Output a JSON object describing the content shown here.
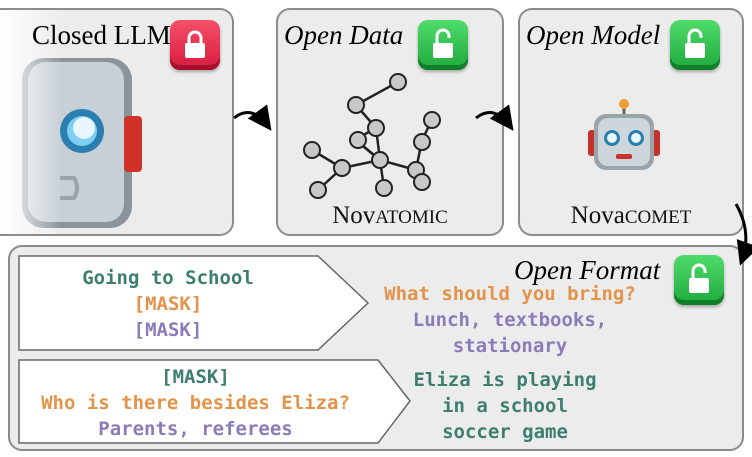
{
  "panels": {
    "closed": {
      "title": "Closed LLM"
    },
    "data": {
      "title": "Open Data",
      "label_prefix": "Nov",
      "label_sc": "ATOMIC"
    },
    "model": {
      "title": "Open Model",
      "label_prefix": "Nova",
      "label_sc": "COMET"
    },
    "format": {
      "title": "Open Format",
      "example1": {
        "input": [
          "Going to School",
          "[MASK]",
          "[MASK]"
        ],
        "output": [
          "What should you bring?",
          "Lunch, textbooks,",
          "stationary"
        ]
      },
      "example2": {
        "input": [
          "[MASK]",
          "Who is there besides Eliza?",
          "Parents, referees"
        ],
        "output": [
          "Eliza is playing",
          "in a school",
          "soccer game"
        ]
      }
    }
  },
  "colors": {
    "lock_closed": "#e8254a",
    "lock_open": "#2cc24c",
    "context": "#3d7f6e",
    "question": "#e3934a",
    "answer": "#8b7cb8"
  },
  "icons": {
    "closed_lock": "lock-closed-icon",
    "open_lock": "lock-open-icon",
    "robot": "robot-face-icon",
    "graph": "knowledge-graph-icon"
  }
}
